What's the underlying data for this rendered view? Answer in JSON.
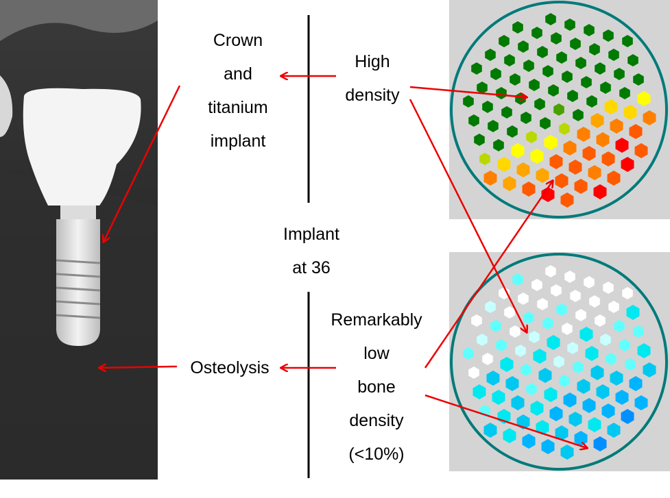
{
  "labels": {
    "crown": [
      "Crown",
      "and",
      "titanium",
      "implant"
    ],
    "high": [
      "High",
      "density"
    ],
    "implant": [
      "Implant",
      "at 36"
    ],
    "osteolysis": "Osteolysis",
    "low": [
      "Remarkably",
      "low",
      "bone",
      "density",
      "(<10%)"
    ]
  },
  "colors": {
    "arrow": "#ee0000",
    "ring": "#007a7a",
    "panel_bg": "#d4d4d4",
    "high_palette": [
      "#007a00",
      "#4aa000",
      "#b8d800",
      "#ffd800",
      "#ffff00",
      "#ffa500",
      "#ff8000",
      "#ff5a00",
      "#ff0000"
    ],
    "low_palette": [
      "#ffffff",
      "#c8ffff",
      "#60ffff",
      "#00e8f0",
      "#00c8f0",
      "#00b4ff",
      "#0090ff"
    ]
  }
}
